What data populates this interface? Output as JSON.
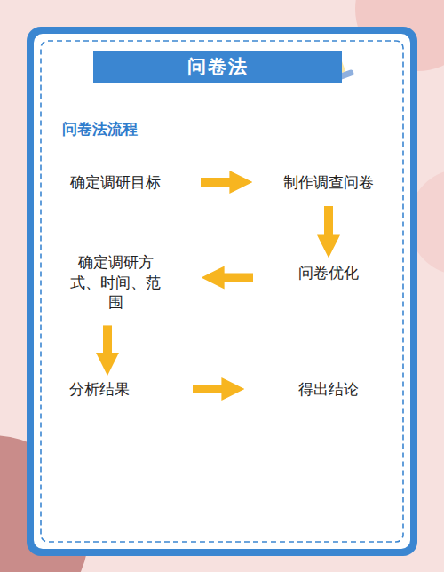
{
  "diagram": {
    "title": "问卷法",
    "nodes": [
      {
        "text": [
          "确定调研目标"
        ]
      },
      {
        "text": [
          "制作调查问卷"
        ]
      },
      {
        "text": [
          "确定调研方式、时间、范围"
        ]
      },
      {
        "text": [
          "问卷优化"
        ]
      },
      {
        "text": [
          "分析结果"
        ]
      },
      {
        "text": [
          "得出结论"
        ]
      }
    ],
    "edges": [
      {
        "from": 0,
        "to": 1,
        "arrow": "to"
      },
      {
        "from": 1,
        "to": 3,
        "arrow": "to"
      },
      {
        "from": 3,
        "to": 2,
        "arrow": "to"
      },
      {
        "from": 2,
        "to": 4,
        "arrow": "to"
      },
      {
        "from": 4,
        "to": 5,
        "arrow": "to"
      }
    ],
    "labels": [
      "问卷法流程"
    ]
  }
}
